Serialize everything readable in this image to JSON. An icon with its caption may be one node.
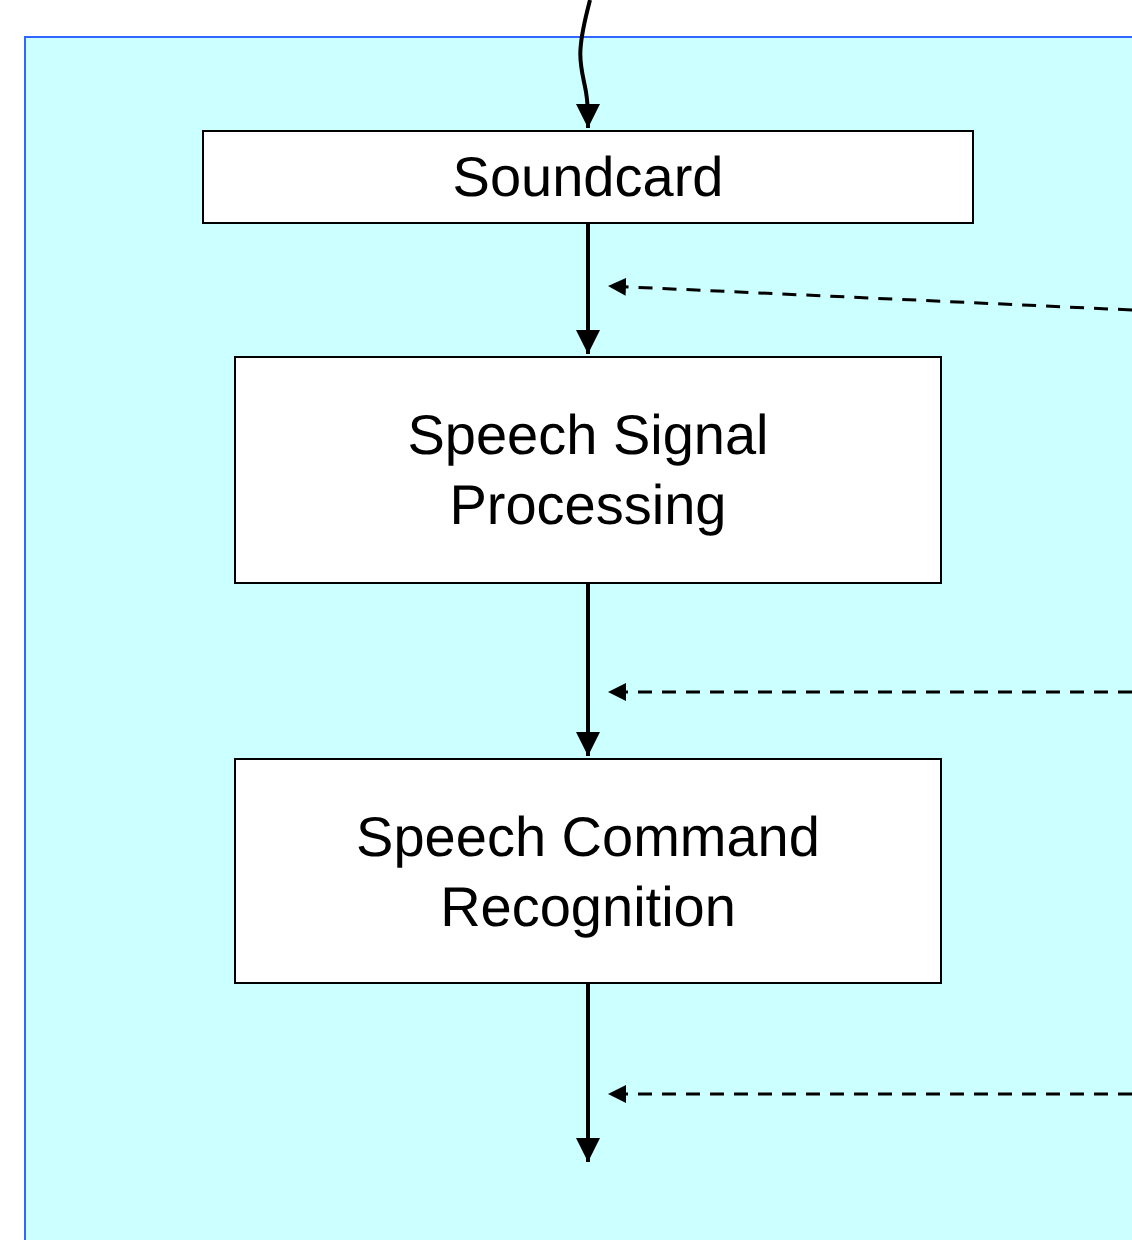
{
  "diagram": {
    "nodes": [
      {
        "text": [],
        "shape": "box"
      },
      {
        "text": [
          "Soundcard"
        ],
        "in": 0
      },
      {
        "text": [
          "Speech Signal Processing"
        ],
        "in": 0
      },
      {
        "text": [
          "Speech Command Recognition"
        ],
        "in": 0
      }
    ],
    "edges": [
      {
        "from": null,
        "to": 1,
        "arrow": "to"
      },
      {
        "from": 1,
        "to": 2,
        "arrow": "to"
      },
      {
        "from": 2,
        "to": 3,
        "arrow": "to"
      },
      {
        "from": 3,
        "to": null,
        "arrow": "to"
      },
      {
        "from": 0,
        "to": null,
        "arrow": "to",
        "style": "dashed"
      },
      {
        "from": 0,
        "to": null,
        "arrow": "to",
        "style": "dashed"
      },
      {
        "from": 0,
        "to": null,
        "arrow": "to",
        "style": "dashed"
      }
    ]
  }
}
